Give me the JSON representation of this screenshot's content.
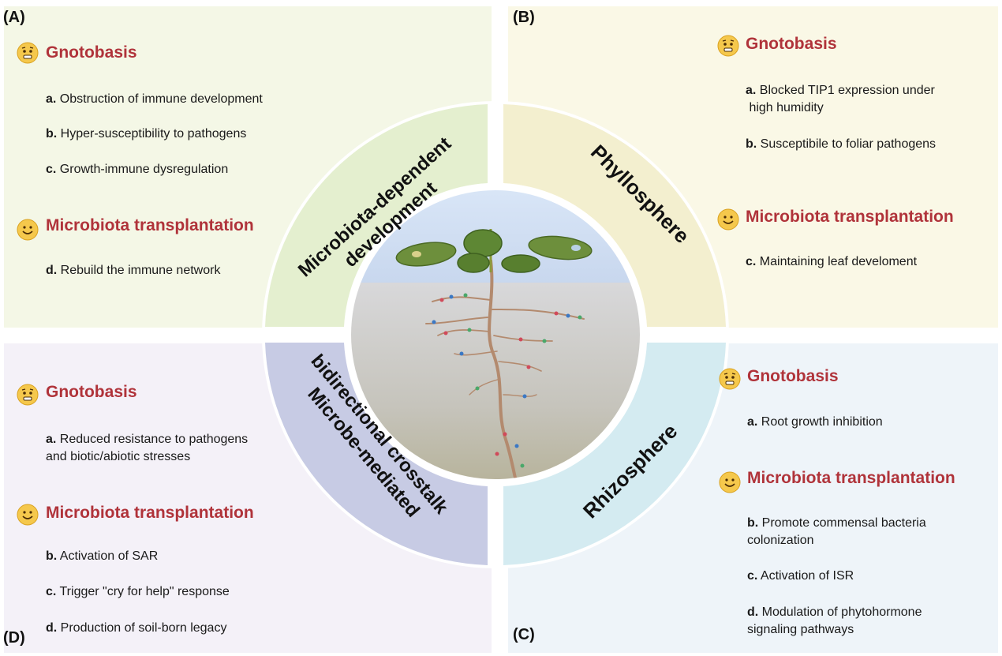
{
  "colors": {
    "panel_a": "#f4f7e6",
    "panel_b": "#faf8e6",
    "panel_c": "#eef4f9",
    "panel_d": "#f4f1f8",
    "arc_a": "#e4efcf",
    "arc_b": "#f3efcf",
    "arc_c": "#d4ebf1",
    "arc_d": "#c7cbe4",
    "heading": "#b0333a"
  },
  "panel_a": {
    "letter": "(A)",
    "gnotobasis": {
      "icon": "worried-face-icon",
      "title": "Gnotobasis",
      "items": [
        {
          "key": "a.",
          "text": "Obstruction of immune development"
        },
        {
          "key": "b.",
          "text": "Hyper-susceptibility to pathogens"
        },
        {
          "key": "c.",
          "text": "Growth-immune dysregulation"
        }
      ]
    },
    "transplant": {
      "icon": "smiling-face-icon",
      "title": "Microbiota transplantation",
      "items": [
        {
          "key": "d.",
          "text": "Rebuild the immune network"
        }
      ]
    }
  },
  "panel_b": {
    "letter": "(B)",
    "gnotobasis": {
      "icon": "worried-face-icon",
      "title": "Gnotobasis",
      "items": [
        {
          "key": "a.",
          "text": "Blocked TIP1 expression under",
          "text2": "high humidity"
        },
        {
          "key": "b.",
          "text": "Susceptibile to foliar pathogens"
        }
      ]
    },
    "transplant": {
      "icon": "smiling-face-icon",
      "title": "Microbiota transplantation",
      "items": [
        {
          "key": "c.",
          "text": "Maintaining leaf develoment"
        }
      ]
    }
  },
  "panel_c": {
    "letter": "(C)",
    "gnotobasis": {
      "icon": "worried-face-icon",
      "title": "Gnotobasis",
      "items": [
        {
          "key": "a.",
          "text": "Root growth inhibition"
        }
      ]
    },
    "transplant": {
      "icon": "smiling-face-icon",
      "title": "Microbiota transplantation",
      "items": [
        {
          "key": "b.",
          "text": "Promote commensal bacteria",
          "text2": "colonization"
        },
        {
          "key": "c.",
          "text": "Activation of ISR"
        },
        {
          "key": "d.",
          "text": "Modulation of phytohormone",
          "text2": "signaling pathways"
        }
      ]
    }
  },
  "panel_d": {
    "letter": "(D)",
    "gnotobasis": {
      "icon": "worried-face-icon",
      "title": "Gnotobasis",
      "items": [
        {
          "key": "a.",
          "text": "Reduced resistance to pathogens",
          "text2": "and biotic/abiotic stresses"
        }
      ]
    },
    "transplant": {
      "icon": "smiling-face-icon",
      "title": "Microbiota transplantation",
      "items": [
        {
          "key": "b.",
          "text": "Activation of SAR"
        },
        {
          "key": "c.",
          "text": "Trigger \"cry for help\" response"
        },
        {
          "key": "d.",
          "text": "Production of soil-born legacy"
        }
      ]
    }
  },
  "ring": {
    "a_line1": "Microbiota-dependent",
    "a_line2": "development",
    "b": "Phyllosphere",
    "c": "Rhizosphere",
    "d_line1": "Microbe-mediated",
    "d_line2": "bidirectional crosstalk"
  }
}
